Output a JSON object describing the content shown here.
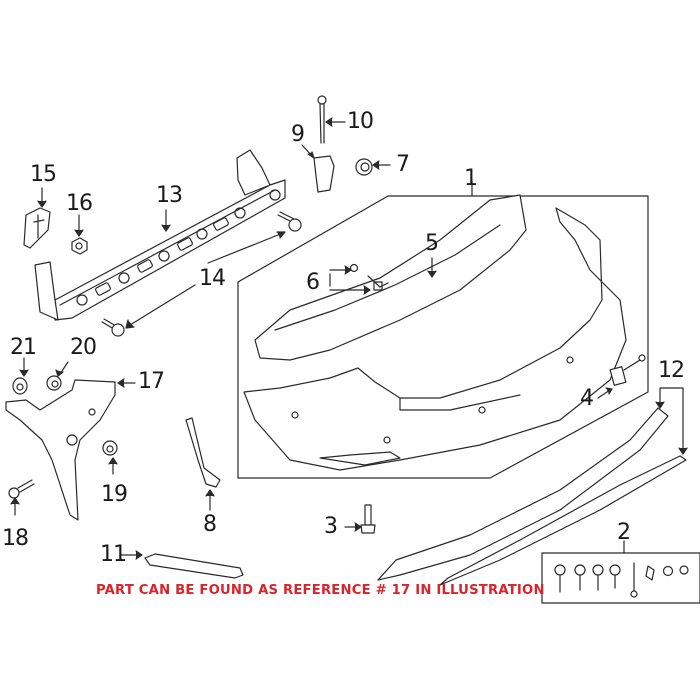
{
  "diagram": {
    "title": "Rear bumper cover exploded parts diagram",
    "callouts": [
      {
        "id": "1",
        "label": "1",
        "part": "bumper-cover-assembly"
      },
      {
        "id": "2",
        "label": "2",
        "part": "fastener-kit"
      },
      {
        "id": "3",
        "label": "3",
        "part": "bolt"
      },
      {
        "id": "4",
        "label": "4",
        "part": "sensor-bracket"
      },
      {
        "id": "5",
        "label": "5",
        "part": "bumper-bracket"
      },
      {
        "id": "6",
        "label": "6",
        "part": "clips"
      },
      {
        "id": "7",
        "label": "7",
        "part": "nut-grommet"
      },
      {
        "id": "8",
        "label": "8",
        "part": "side-bracket"
      },
      {
        "id": "9",
        "label": "9",
        "part": "retainer"
      },
      {
        "id": "10",
        "label": "10",
        "part": "cable-tie"
      },
      {
        "id": "11",
        "label": "11",
        "part": "reflector-trim"
      },
      {
        "id": "12",
        "label": "12",
        "part": "lower-valance-and-molding"
      },
      {
        "id": "13",
        "label": "13",
        "part": "impact-bar"
      },
      {
        "id": "14",
        "label": "14",
        "part": "bolts"
      },
      {
        "id": "15",
        "label": "15",
        "part": "bracket"
      },
      {
        "id": "16",
        "label": "16",
        "part": "nut"
      },
      {
        "id": "17",
        "label": "17",
        "part": "side-support-bracket"
      },
      {
        "id": "18",
        "label": "18",
        "part": "bolt"
      },
      {
        "id": "19",
        "label": "19",
        "part": "nut"
      },
      {
        "id": "20",
        "label": "20",
        "part": "clip"
      },
      {
        "id": "21",
        "label": "21",
        "part": "nut"
      }
    ]
  },
  "notice": {
    "text": "PART CAN BE FOUND AS REFERENCE # 17 IN ILLUSTRATION",
    "color": "#d8242a"
  },
  "colors": {
    "line": "#2a2a2a",
    "fill": "#ffffff",
    "background": "#ffffff"
  }
}
